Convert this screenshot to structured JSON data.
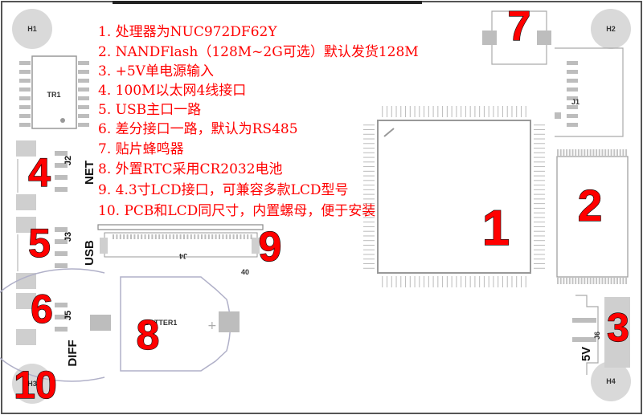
{
  "features": [
    "1. 处理器为NUC972DF62Y",
    "2. NANDFlash（128M~2G可选）默认发货128M",
    "3. +5V单电源输入",
    "4. 100M以太网4线接口",
    "5. USB主口一路",
    "6. 差分接口一路，默认为RS485",
    "7. 贴片蜂鸣器",
    "8. 外置RTC采用CR2032电池",
    "9. 4.3寸LCD接口，可兼容多款LCD型号",
    "10. PCB和LCD同尺寸，内置螺母，便于安装"
  ],
  "callouts": {
    "c1": "1",
    "c2": "2",
    "c3": "3",
    "c4": "4",
    "c5": "5",
    "c6": "6",
    "c7": "7",
    "c8": "8",
    "c9": "9",
    "c10": "10"
  },
  "holes": {
    "h1": "H1",
    "h2": "H2",
    "h3": "H3",
    "h4": "H4"
  },
  "silkscreen": {
    "tr1": "TR1",
    "j1": "J1",
    "j2": "J2",
    "j3": "J3",
    "j4": "J4",
    "j5": "J5",
    "j6": "J6",
    "net": "NET",
    "usb": "USB",
    "diff": "DIFF",
    "five_v": "5V",
    "battery": "BATTER1",
    "plus": "+",
    "pin40": "40"
  },
  "colors": {
    "callout": "#ff0000",
    "silk": "#111111",
    "board_outline": "#555555",
    "pad": "#bdbdbd"
  }
}
